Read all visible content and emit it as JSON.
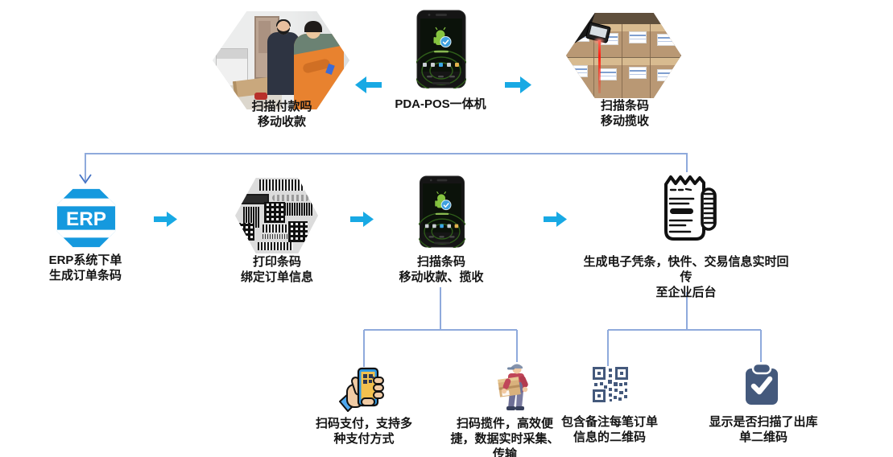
{
  "colors": {
    "accent_cyan": "#18A9E4",
    "erp_blue": "#1599DE",
    "connector_blue": "#8FAADC",
    "arrowhead_blue": "#4472C4",
    "icon_slate": "#44597C",
    "text": "#141414"
  },
  "top_row": {
    "left_caption": "扫描付款吗\n移动收款",
    "device_caption": "PDA-POS一体机",
    "right_caption": "扫描条码\n移动揽收"
  },
  "flow": {
    "erp": {
      "icon_label": "ERP",
      "caption": "ERP系统下单\n生成订单条码"
    },
    "print": {
      "caption": "打印条码\n绑定订单信息"
    },
    "scan": {
      "caption": "扫描条码\n移动收款、揽收"
    },
    "receipt": {
      "caption": "生成电子凭条，快件、交易信息实时回传\n至企业后台"
    }
  },
  "details": {
    "pay": {
      "caption": "扫码支付，支持多\n种支付方式"
    },
    "collect": {
      "caption": "扫码揽件，高效便\n捷，数据实时采集、\n传输"
    },
    "qr": {
      "caption": "包含备注每笔订单\n信息的二维码"
    },
    "outbound": {
      "caption": "显示是否扫描了出库\n单二维码"
    }
  }
}
